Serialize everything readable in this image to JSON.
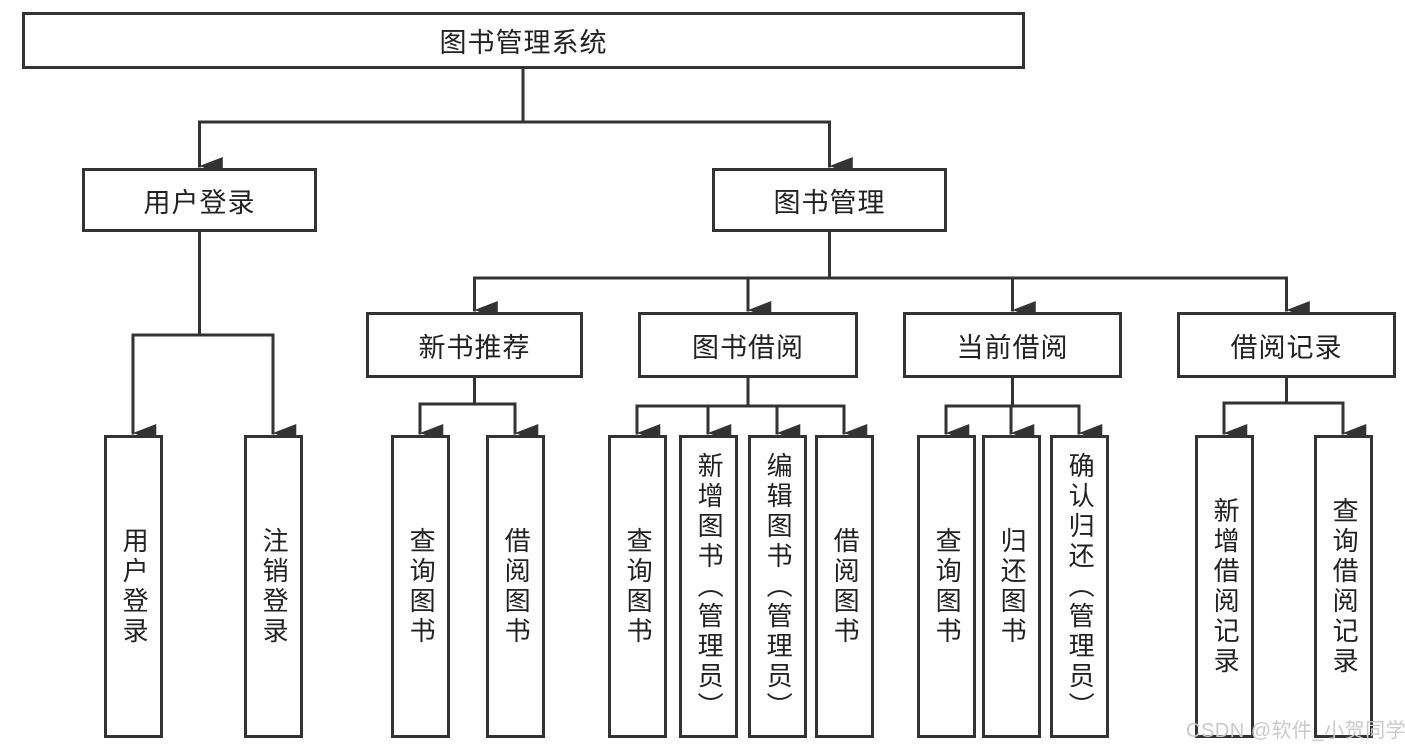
{
  "tree": {
    "root": {
      "label": "图书管理系统"
    },
    "branches": [
      {
        "label": "用户登录",
        "children": [
          "用户登录",
          "注销登录"
        ]
      },
      {
        "label": "图书管理",
        "groups": [
          {
            "label": "新书推荐",
            "children": [
              "查询图书",
              "借阅图书"
            ]
          },
          {
            "label": "图书借阅",
            "children": [
              "查询图书",
              "新增图书（管理员）",
              "编辑图书（管理员）",
              "借阅图书"
            ]
          },
          {
            "label": "当前借阅",
            "children": [
              "查询图书",
              "归还图书",
              "确认归还（管理员）"
            ]
          },
          {
            "label": "借阅记录",
            "children": [
              "新增借阅记录",
              "查询借阅记录"
            ]
          }
        ]
      }
    ]
  },
  "watermark": "CSDN @软件_小贺同学",
  "colors": {
    "line": "#333333",
    "box_border": "#333333",
    "text": "#222222",
    "watermark_text": "#c9c9d0",
    "background": "#ffffff"
  }
}
